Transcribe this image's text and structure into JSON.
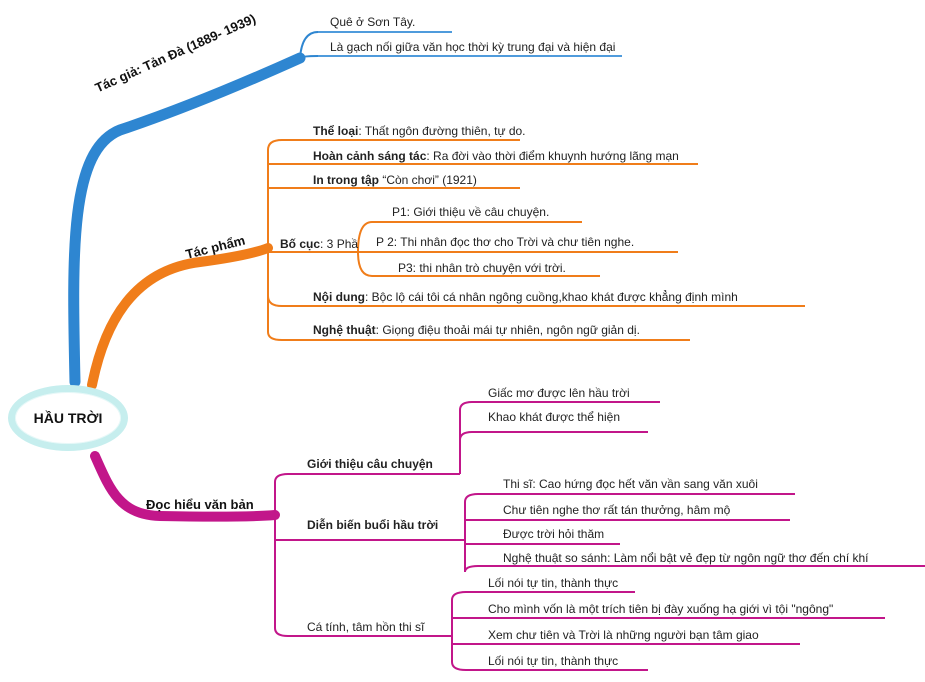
{
  "center": {
    "title": "HẦU TRỜI"
  },
  "branches": {
    "author": {
      "label": "Tác giả: Tản Đà (1889- 1939)",
      "color": "#2e86d1",
      "items": [
        "Quê ở Sơn Tây.",
        "Là gạch nối giữa văn học thời kỳ trung đại và hiện đại"
      ]
    },
    "work": {
      "label": "Tác phẩm",
      "color": "#f07d1a",
      "genre": {
        "key": "Thể loại",
        "value": ": Thất ngôn đường thiên, tự do."
      },
      "context": {
        "key": "Hoàn cảnh sáng tác",
        "value": ": Ra đời vào thời điểm khuynh hướng lãng mạn"
      },
      "collection": {
        "key": "In trong tập",
        "value": " “Còn chơi” (1921)"
      },
      "structure": {
        "key": "Bố cục",
        "value": ": 3 Phầ",
        "parts": [
          "P1: Giới thiệu về câu chuyện.",
          "P 2: Thi nhân đọc thơ cho Trời và chư tiên nghe.",
          "P3: thi nhân trò chuyện với trời."
        ]
      },
      "content": {
        "key": "Nội dung",
        "value": ": Bộc lộ cái tôi cá nhân ngông cuồng,khao khát được khẳng định mình"
      },
      "art": {
        "key": "Nghệ thuật",
        "value": ": Giọng điệu thoải mái tự nhiên, ngôn ngữ giản dị."
      }
    },
    "reading": {
      "label": "Đọc hiểu văn bản",
      "color": "#c2168a",
      "intro": {
        "label": "Giới thiệu câu chuyện",
        "items": [
          "Giấc mơ được lên hầu trời",
          "Khao khát được thể hiện"
        ]
      },
      "events": {
        "label": "Diễn biến buổi hầu trời",
        "items": [
          "Thi sĩ: Cao hứng đọc hết văn vần sang văn xuôi",
          "Chư tiên nghe thơ rất tán thưởng, hâm mộ",
          "Được trời hỏi thăm",
          "Nghệ thuật so sánh: Làm nổi bật vẻ đẹp từ ngôn ngữ thơ đến chí khí"
        ]
      },
      "personality": {
        "label": "Cá tính, tâm hồn thi sĩ",
        "items": [
          "Lối nói tự tin, thành thực",
          "Cho mình vốn là một trích tiên bị đày xuống hạ giới vì tội \"ngông\"",
          "Xem chư tiên và Trời là những người bạn tâm giao",
          "Lối nói tự tin, thành thực"
        ]
      }
    }
  }
}
